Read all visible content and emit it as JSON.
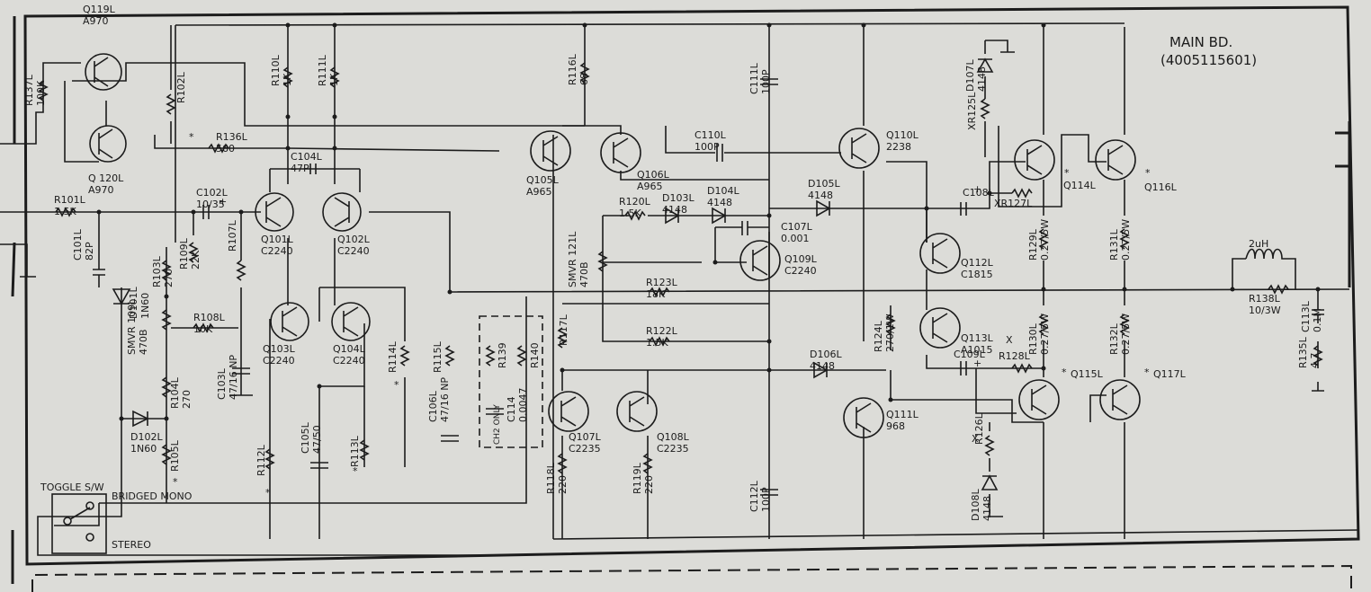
{
  "board": {
    "title": "MAIN BD.",
    "part_no": "(4005115601)"
  },
  "switch": {
    "label": "TOGGLE S/W",
    "mono": "BRIDGED MONO",
    "stereo": "STEREO"
  },
  "box": {
    "label": "CH2 ONLY"
  },
  "components": [
    {
      "id": "q119",
      "lines": [
        "Q119L",
        "A970"
      ]
    },
    {
      "id": "q120",
      "lines": [
        "Q 120L",
        "A970"
      ]
    },
    {
      "id": "r137",
      "lines": [
        "R137L",
        "100K"
      ]
    },
    {
      "id": "r102",
      "lines": [
        "R102L"
      ]
    },
    {
      "id": "r136",
      "lines": [
        "R136L",
        "560"
      ]
    },
    {
      "id": "r101",
      "lines": [
        "R101L",
        "1.5K"
      ]
    },
    {
      "id": "c101",
      "lines": [
        "C101L",
        "82P"
      ]
    },
    {
      "id": "c102",
      "lines": [
        "C102L",
        "10/35"
      ]
    },
    {
      "id": "r109",
      "lines": [
        "R109L",
        "22K"
      ]
    },
    {
      "id": "r110",
      "lines": [
        "R110L",
        "1K"
      ]
    },
    {
      "id": "r111",
      "lines": [
        "R111L",
        "1K"
      ]
    },
    {
      "id": "c104",
      "lines": [
        "C104L",
        "47P"
      ]
    },
    {
      "id": "q101",
      "lines": [
        "Q101L",
        "C2240"
      ]
    },
    {
      "id": "q102",
      "lines": [
        "Q102L",
        "C2240"
      ]
    },
    {
      "id": "r107",
      "lines": [
        "R107L"
      ]
    },
    {
      "id": "d101",
      "lines": [
        "D101L",
        "1N60"
      ]
    },
    {
      "id": "r103",
      "lines": [
        "R103L",
        "270"
      ]
    },
    {
      "id": "smvr109",
      "lines": [
        "SMVR 109L",
        "470B"
      ]
    },
    {
      "id": "r108",
      "lines": [
        "R108L",
        "10K"
      ]
    },
    {
      "id": "r104",
      "lines": [
        "R104L",
        "270"
      ]
    },
    {
      "id": "d102",
      "lines": [
        "D102L",
        "1N60"
      ]
    },
    {
      "id": "r105",
      "lines": [
        "R105L"
      ]
    },
    {
      "id": "c103",
      "lines": [
        "C103L",
        "47/16 NP"
      ]
    },
    {
      "id": "q103",
      "lines": [
        "Q103L",
        "C2240"
      ]
    },
    {
      "id": "q104",
      "lines": [
        "Q104L",
        "C2240"
      ]
    },
    {
      "id": "r114",
      "lines": [
        "R114L"
      ]
    },
    {
      "id": "r112",
      "lines": [
        "R112L"
      ]
    },
    {
      "id": "c105",
      "lines": [
        "C105L",
        "47/50"
      ]
    },
    {
      "id": "r113",
      "lines": [
        "R113L"
      ]
    },
    {
      "id": "r115",
      "lines": [
        "R115L"
      ]
    },
    {
      "id": "c106",
      "lines": [
        "C106L",
        "47/16 NP"
      ]
    },
    {
      "id": "r139",
      "lines": [
        "R139"
      ]
    },
    {
      "id": "c114",
      "lines": [
        "C114",
        "0.0047"
      ]
    },
    {
      "id": "r140",
      "lines": [
        "R140"
      ]
    },
    {
      "id": "r116",
      "lines": [
        "R116L",
        "68"
      ]
    },
    {
      "id": "q105",
      "lines": [
        "Q105L",
        "A965"
      ]
    },
    {
      "id": "q106",
      "lines": [
        "Q106L",
        "A965"
      ]
    },
    {
      "id": "c110",
      "lines": [
        "C110L",
        "100P"
      ]
    },
    {
      "id": "c111",
      "lines": [
        "C111L",
        "100P"
      ]
    },
    {
      "id": "r120",
      "lines": [
        "R120L",
        "1.5K"
      ]
    },
    {
      "id": "d103",
      "lines": [
        "D103L",
        "4148"
      ]
    },
    {
      "id": "d104",
      "lines": [
        "D104L",
        "4148"
      ]
    },
    {
      "id": "c107",
      "lines": [
        "C107L",
        "0.001"
      ]
    },
    {
      "id": "smvr121",
      "lines": [
        "SMVR 121L",
        "470B"
      ]
    },
    {
      "id": "q109",
      "lines": [
        "Q109L",
        "C2240"
      ]
    },
    {
      "id": "r123",
      "lines": [
        "R123L",
        "18K"
      ]
    },
    {
      "id": "r122",
      "lines": [
        "R122L",
        "1.5K"
      ]
    },
    {
      "id": "r117",
      "lines": [
        "R117L"
      ]
    },
    {
      "id": "q107",
      "lines": [
        "Q107L",
        "C2235"
      ]
    },
    {
      "id": "q108",
      "lines": [
        "Q108L",
        "C2235"
      ]
    },
    {
      "id": "r118",
      "lines": [
        "R118L",
        "220"
      ]
    },
    {
      "id": "r119",
      "lines": [
        "R119L",
        "220"
      ]
    },
    {
      "id": "c112",
      "lines": [
        "C112L",
        "100P"
      ]
    },
    {
      "id": "q110",
      "lines": [
        "Q110L",
        "2238"
      ]
    },
    {
      "id": "d105",
      "lines": [
        "D105L",
        "4148"
      ]
    },
    {
      "id": "d107",
      "lines": [
        "D107L",
        "4148"
      ]
    },
    {
      "id": "r125",
      "lines": [
        "XR125L"
      ]
    },
    {
      "id": "c108",
      "lines": [
        "C108L"
      ]
    },
    {
      "id": "r127",
      "lines": [
        "XR127L"
      ]
    },
    {
      "id": "q114",
      "lines": [
        "Q114L"
      ]
    },
    {
      "id": "q116",
      "lines": [
        "Q116L"
      ]
    },
    {
      "id": "r129",
      "lines": [
        "R129L",
        "0.27/5W"
      ]
    },
    {
      "id": "r131",
      "lines": [
        "R131L",
        "0.27/5W"
      ]
    },
    {
      "id": "q112",
      "lines": [
        "Q112L",
        "C1815"
      ]
    },
    {
      "id": "r124",
      "lines": [
        "R124L",
        "270/1W"
      ]
    },
    {
      "id": "q113",
      "lines": [
        "Q113L",
        "A1015"
      ]
    },
    {
      "id": "d106",
      "lines": [
        "D106L",
        "4148"
      ]
    },
    {
      "id": "c109",
      "lines": [
        "C109L"
      ]
    },
    {
      "id": "r128",
      "lines": [
        "R128L"
      ]
    },
    {
      "id": "r130",
      "lines": [
        "R130L",
        "0.27/5W"
      ]
    },
    {
      "id": "r132",
      "lines": [
        "R132L",
        "0.27/5W"
      ]
    },
    {
      "id": "q111",
      "lines": [
        "Q111L",
        "968"
      ]
    },
    {
      "id": "r126",
      "lines": [
        "R126L"
      ]
    },
    {
      "id": "d108",
      "lines": [
        "D108L",
        "4148"
      ]
    },
    {
      "id": "q115",
      "lines": [
        "Q115L"
      ]
    },
    {
      "id": "q117",
      "lines": [
        "Q117L"
      ]
    },
    {
      "id": "l101",
      "lines": [
        "2uH"
      ]
    },
    {
      "id": "r138",
      "lines": [
        "R138L",
        "10/3W"
      ]
    },
    {
      "id": "c113",
      "lines": [
        "C113L",
        "0.1M"
      ]
    },
    {
      "id": "r135",
      "lines": [
        "R135L",
        "4.7"
      ]
    }
  ],
  "marks": {
    "star": "*",
    "cross": "X",
    "plus": "+"
  }
}
